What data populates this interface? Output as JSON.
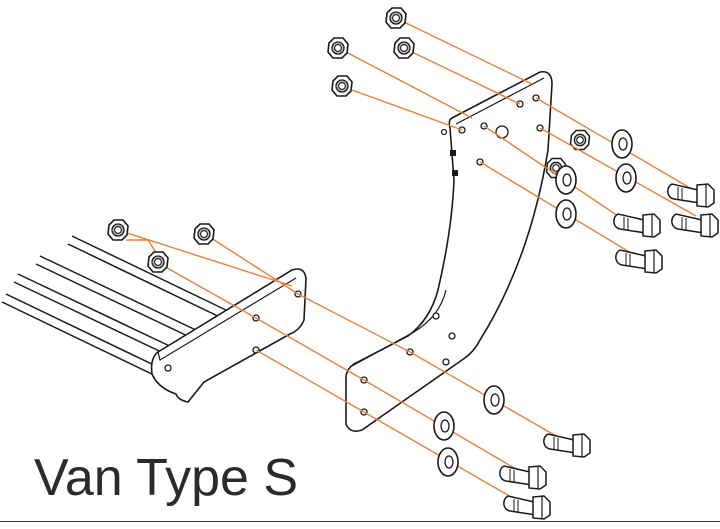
{
  "caption": {
    "title": "Van Type S"
  },
  "colors": {
    "line": "#1a1a1a",
    "leader": "#e8823a",
    "part_fill": "#ffffff",
    "shade": "#c9c9c9"
  },
  "parts": {
    "upper_bracket": {
      "hardware": [
        "flange-nut",
        "flange-nut",
        "flange-nut",
        "flange-nut",
        "washer",
        "washer",
        "washer",
        "washer",
        "bolt",
        "bolt",
        "bolt",
        "bolt"
      ]
    },
    "lower_bracket": {
      "hardware": [
        "flange-nut",
        "flange-nut",
        "flange-nut",
        "washer",
        "washer",
        "washer",
        "bolt",
        "bolt",
        "bolt"
      ]
    }
  }
}
